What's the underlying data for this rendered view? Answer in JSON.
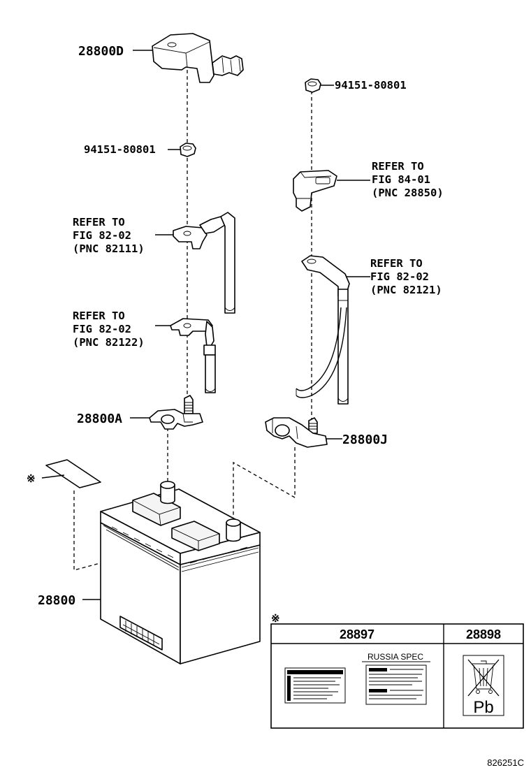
{
  "labels": {
    "p28800D": "28800D",
    "p94151_left": "94151-80801",
    "p94151_right": "94151-80801",
    "ref_82111": [
      "REFER TO",
      "FIG 82-02",
      "(PNC 82111)"
    ],
    "ref_82122": [
      "REFER TO",
      "FIG 82-02",
      "(PNC 82122)"
    ],
    "ref_28850": [
      "REFER TO",
      "FIG 84-01",
      "(PNC 28850)"
    ],
    "ref_82121": [
      "REFER TO",
      "FIG 82-02",
      "(PNC 82121)"
    ],
    "p28800A": "28800A",
    "p28800J": "28800J",
    "p28800": "28800",
    "note_mark": "※",
    "table_mark": "※"
  },
  "table": {
    "col1_header": "28897",
    "col2_header": "28898",
    "russia_spec": "RUSSIA SPEC",
    "pb_symbol": "Pb"
  },
  "figure_code": "826251C"
}
